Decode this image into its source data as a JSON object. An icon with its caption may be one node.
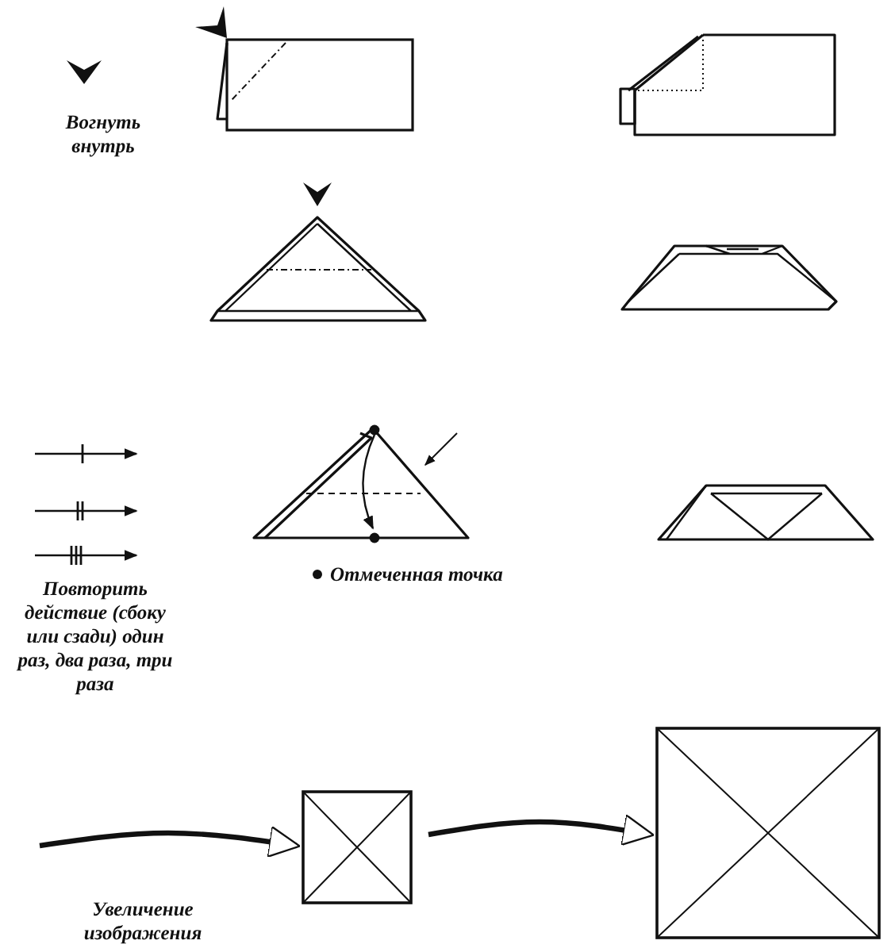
{
  "diagram": {
    "nodes": [
      {
        "text": [],
        "shape": "box"
      },
      {
        "text": [],
        "shape": "box"
      }
    ],
    "edges": [
      {
        "from": null,
        "to": 0,
        "arrow": "to"
      },
      {
        "from": 0,
        "to": 1,
        "arrow": "to"
      }
    ],
    "labels": [
      "Вогнуть внутрь",
      "Повторить действие (сбоку или сзади) один раз, два раза, три раза",
      "Отмеченная точка",
      "Увеличение изображения"
    ]
  }
}
